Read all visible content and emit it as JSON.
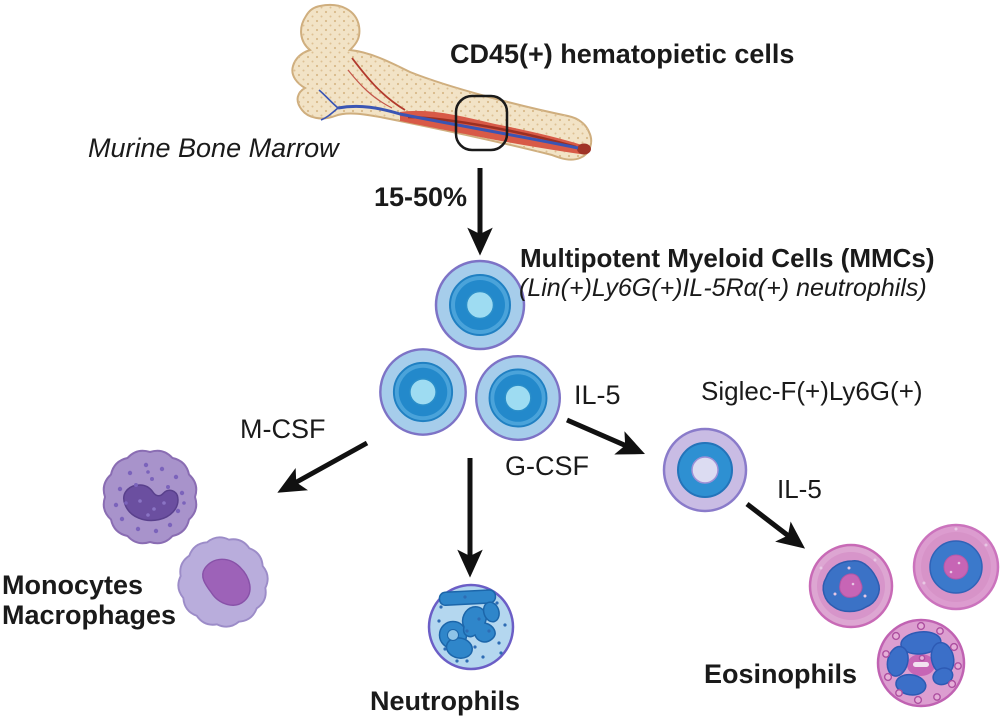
{
  "diagram": {
    "title": "CD45(+) hematopietic cells",
    "source_label": "Murine Bone Marrow",
    "transition_percent": "15-50%",
    "mmc": {
      "title": "Multipotent Myeloid Cells (MMCs)",
      "subtitle": "(Lin(+)Ly6G(+)IL-5Rα(+) neutrophils)"
    },
    "factors": {
      "m_csf": "M-CSF",
      "g_csf": "G-CSF",
      "il5_to_siglec": "IL-5",
      "il5_to_eosinophils": "IL-5"
    },
    "intermediate_label": "Siglec-F(+)Ly6G(+)",
    "outcomes": {
      "monocytes": "Monocytes",
      "macrophages": "Macrophages",
      "neutrophils": "Neutrophils",
      "eosinophils": "Eosinophils"
    },
    "palette": {
      "text": "#1a1a1a",
      "arrow": "#111111",
      "bone_fill": "#f2e3c6",
      "bone_outline": "#cfae7e",
      "bone_speckle": "#d8ba8a",
      "marrow_red": "#d85a47",
      "marrow_dark_red": "#9c2f22",
      "vein_blue": "#3a55b4",
      "artery_red": "#b23a2c",
      "mmc_outer": "#a6cdeb",
      "mmc_mid": "#2389cb",
      "mmc_inner": "#9edcf2",
      "mmc_border": "#7d73c6",
      "siglec_outer": "#c9bce4",
      "siglec_border": "#8a7bca",
      "monocyte_fill": "#a893cb",
      "monocyte_nucleus": "#6b4fa0",
      "macrophage_fill": "#b9addc",
      "macrophage_nucleus": "#9d62b8",
      "neutrophil_fill": "#b4d7ef",
      "neutrophil_nucleus": "#2f86ca",
      "eosinophil_pink": "#dc9ccf",
      "eosinophil_blue": "#3b72c6",
      "eosinophil_center": "#c765b5"
    }
  }
}
